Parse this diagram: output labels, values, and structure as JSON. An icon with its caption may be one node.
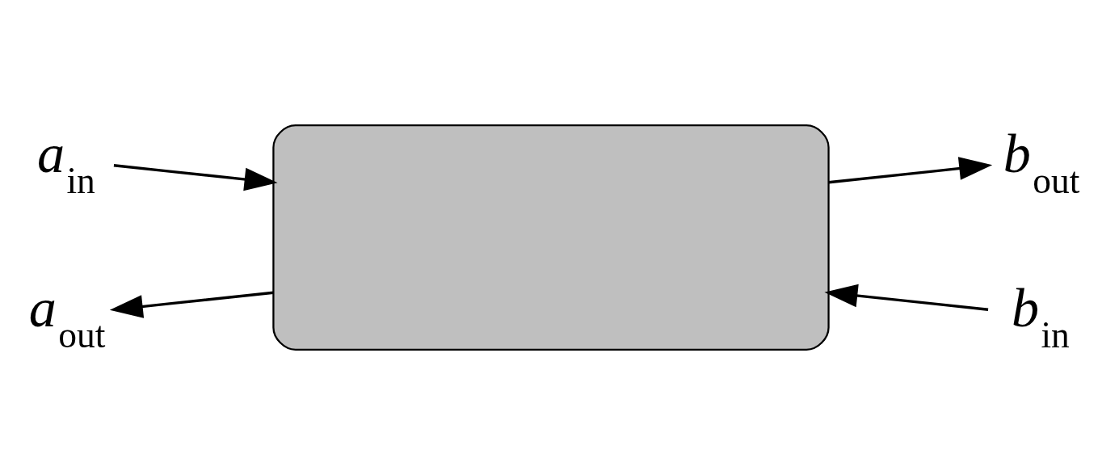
{
  "diagram": {
    "nodes": [
      {
        "text": [],
        "shape": "box"
      },
      {
        "text": [
          "*a*$_{in}$"
        ]
      },
      {
        "text": [
          "*a*$_{out}$"
        ]
      },
      {
        "text": [
          "*b*$_{out}$"
        ]
      },
      {
        "text": [
          "*b*$_{in}$"
        ]
      }
    ],
    "edges": [
      {
        "from": 1,
        "to": 0,
        "arrow": "to"
      },
      {
        "from": 0,
        "to": 2,
        "arrow": "to"
      },
      {
        "from": 0,
        "to": 3,
        "arrow": "to"
      },
      {
        "from": 4,
        "to": 0,
        "arrow": "to"
      }
    ]
  }
}
